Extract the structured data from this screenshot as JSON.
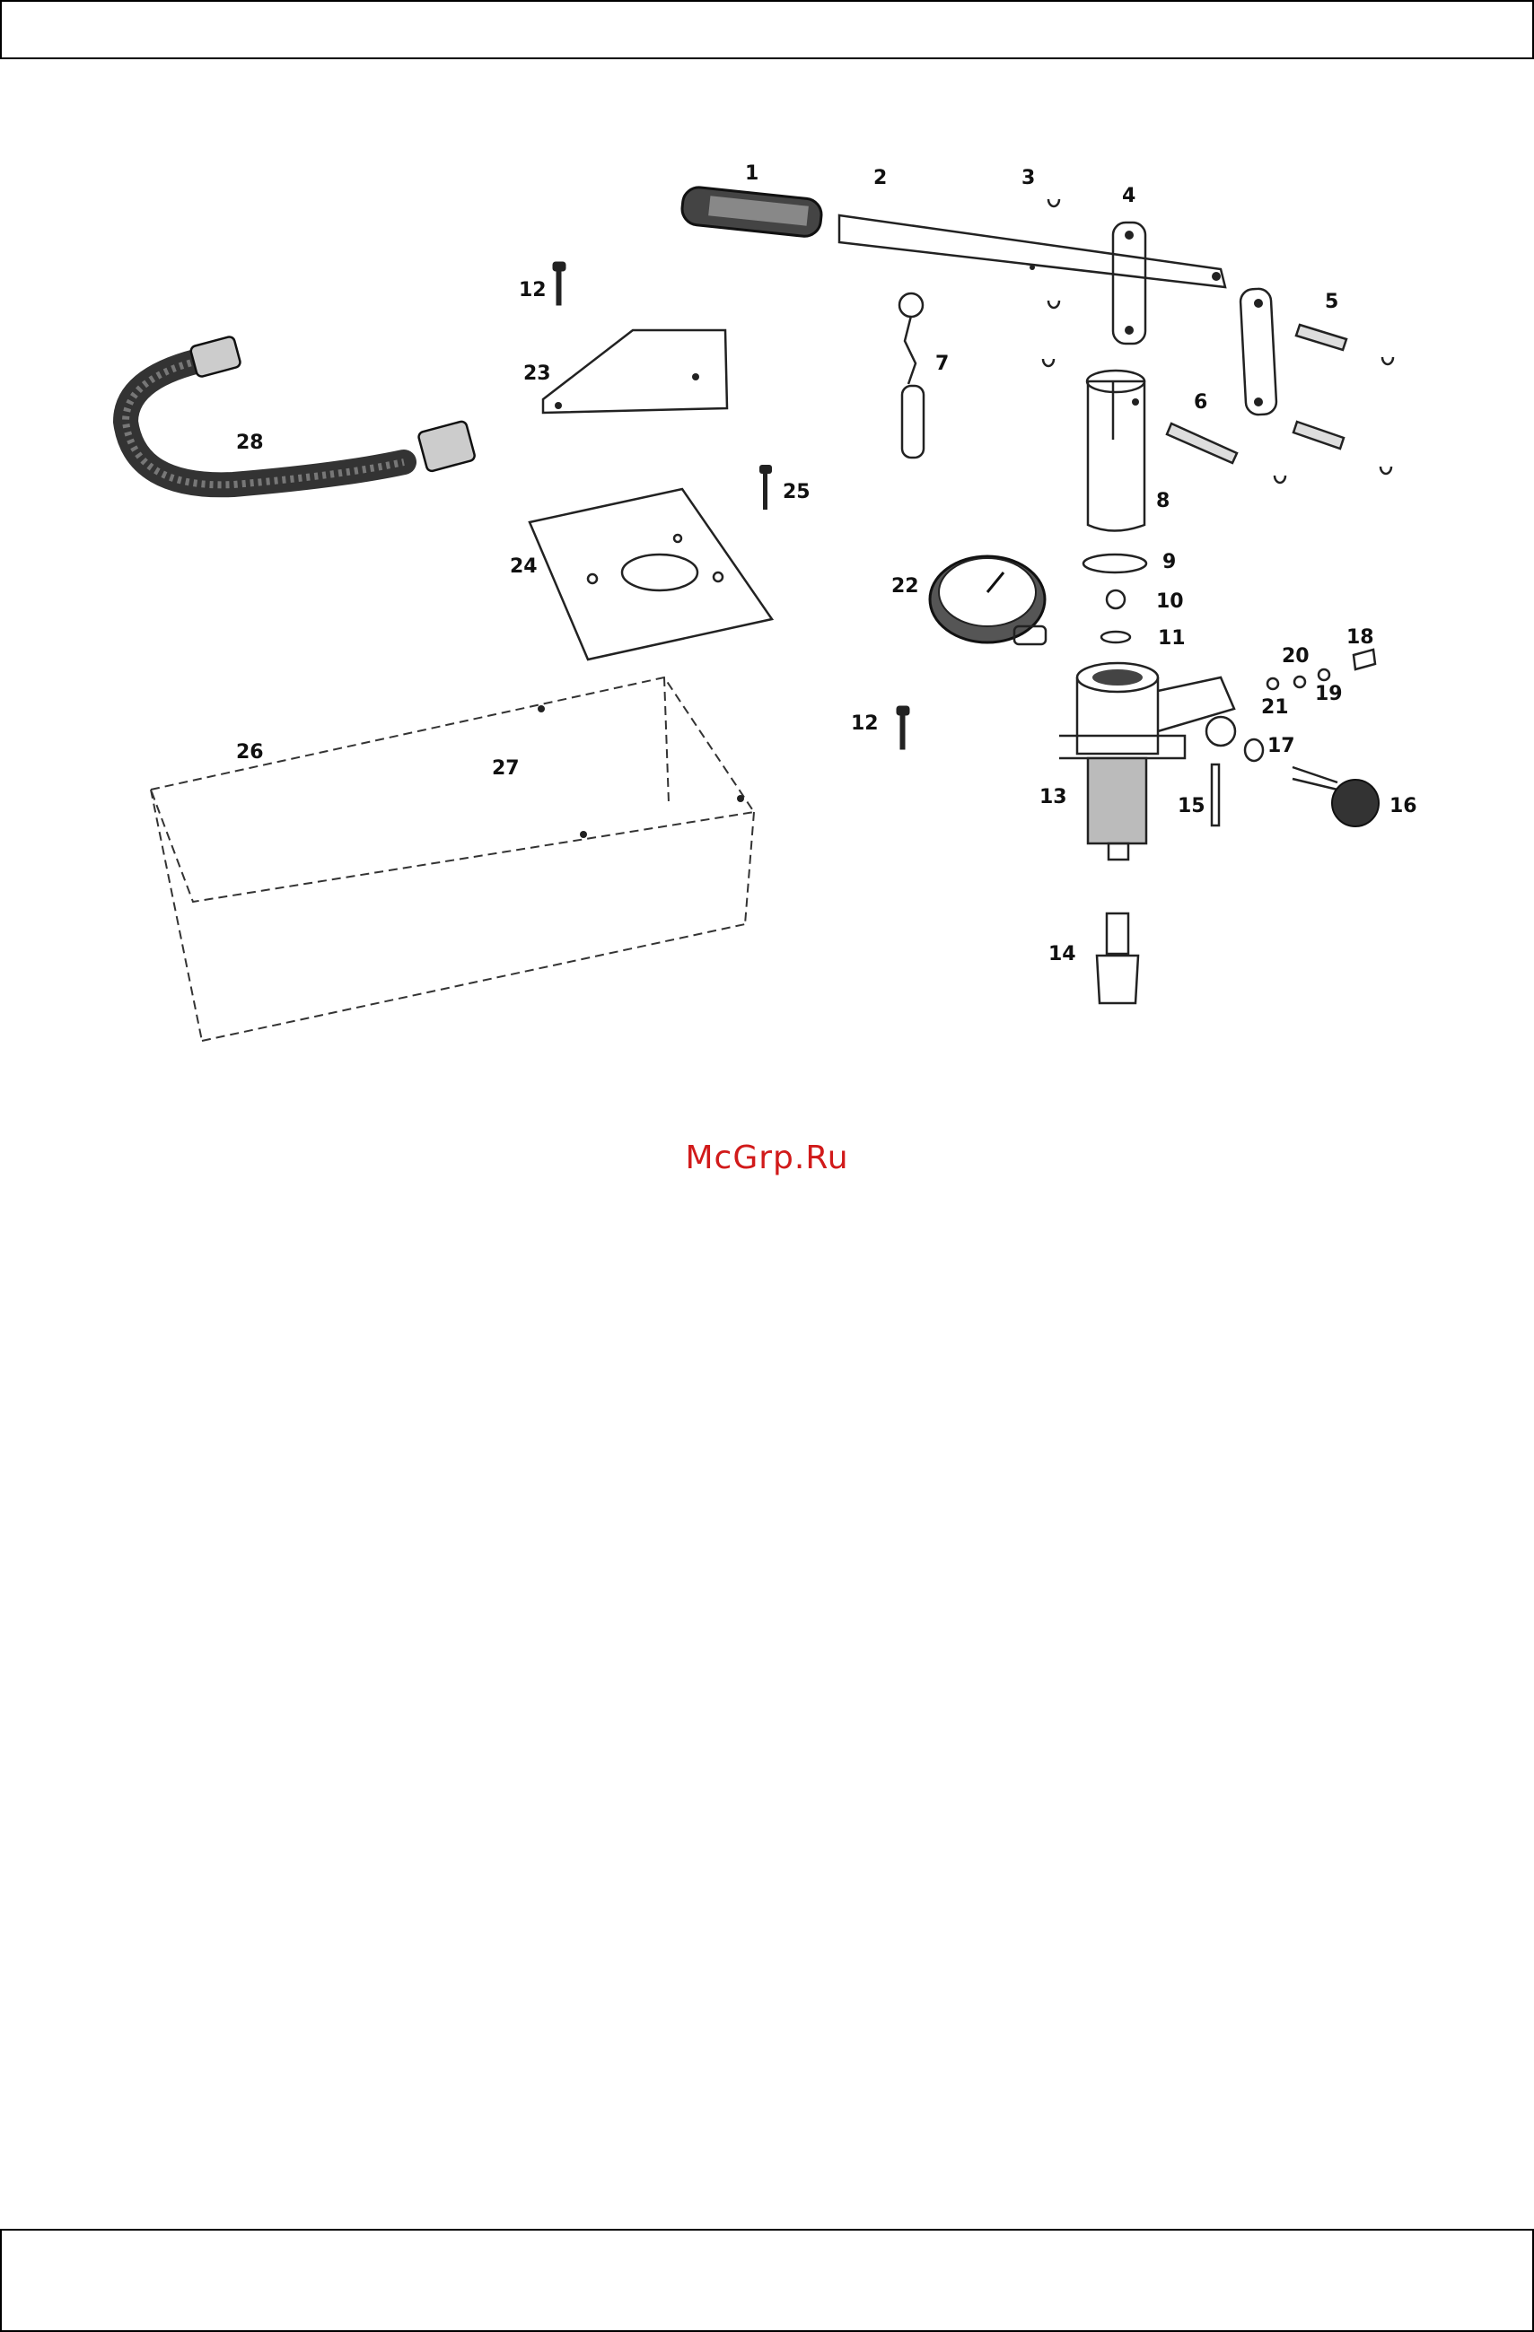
{
  "colors": {
    "watermark": "#d11a1a",
    "line": "#222222",
    "frame": "#000000"
  },
  "callouts": [
    "1",
    "2",
    "3",
    "4",
    "5",
    "6",
    "7",
    "8",
    "9",
    "10",
    "11",
    "12",
    "12",
    "13",
    "14",
    "15",
    "16",
    "17",
    "18",
    "19",
    "20",
    "21",
    "22",
    "23",
    "24",
    "25",
    "26",
    "27",
    "28"
  ],
  "watermark": "McGrp.Ru"
}
